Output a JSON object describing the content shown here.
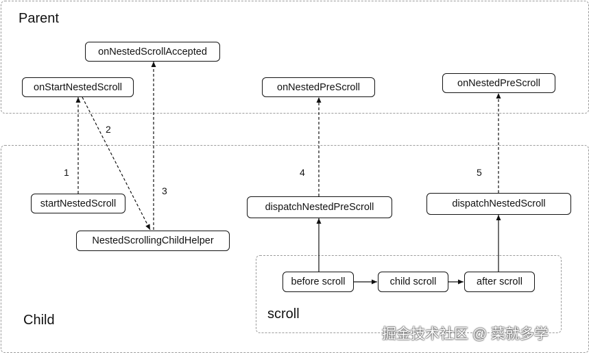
{
  "regions": {
    "parent": "Parent",
    "child": "Child",
    "scroll": "scroll"
  },
  "nodes": {
    "on_nested_scroll_accepted": "onNestedScrollAccepted",
    "on_start_nested_scroll": "onStartNestedScroll",
    "on_nested_pre_scroll_1": "onNestedPreScroll",
    "on_nested_pre_scroll_2": "onNestedPreScroll",
    "start_nested_scroll": "startNestedScroll",
    "nested_scrolling_child_helper": "NestedScrollingChildHelper",
    "dispatch_nested_pre_scroll": "dispatchNestedPreScroll",
    "dispatch_nested_scroll": "dispatchNestedScroll",
    "before_scroll": "before scroll",
    "child_scroll": "child scroll",
    "after_scroll": "after scroll"
  },
  "steps": {
    "s1": "1",
    "s2": "2",
    "s3": "3",
    "s4": "4",
    "s5": "5"
  },
  "watermark": "掘金技术社区 @ 菜就多学"
}
